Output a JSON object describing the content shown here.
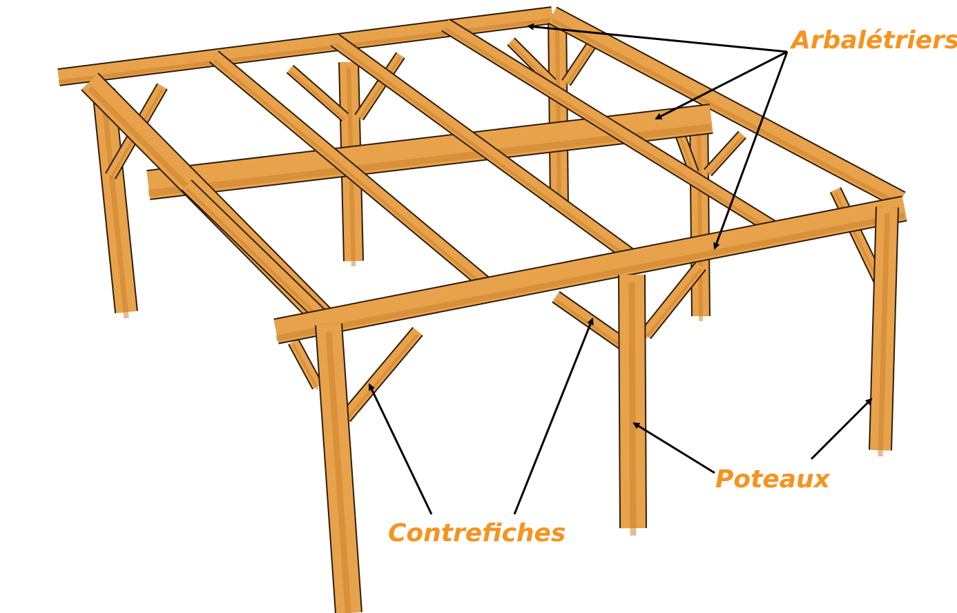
{
  "labels": {
    "arbaletriers": "Arbalétriers",
    "poteaux": "Poteaux",
    "contrefiches": "Contrefiches"
  },
  "colors": {
    "label": "#f7931e",
    "wood": "#e9a24c",
    "wood_shade": "#c97f2c",
    "outline": "#2b1d0c",
    "arrow": "#000000"
  }
}
